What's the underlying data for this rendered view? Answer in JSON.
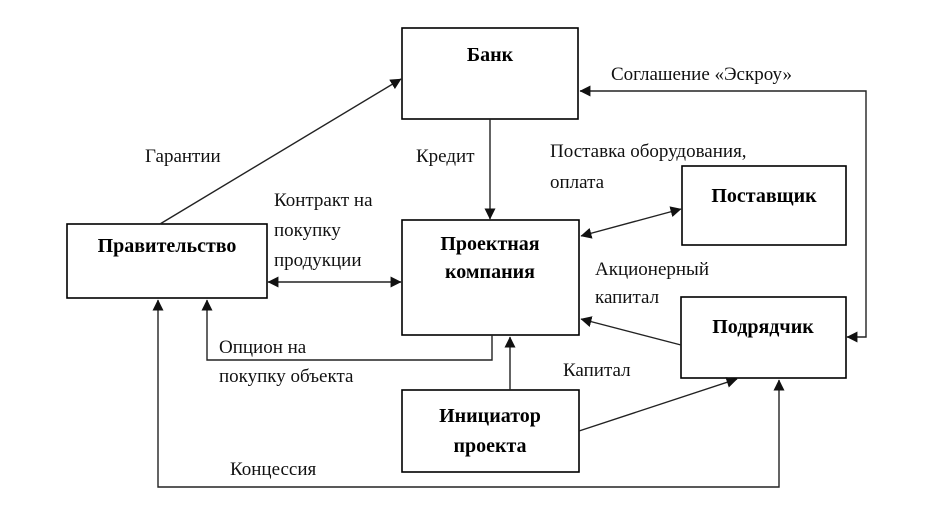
{
  "nodes": {
    "bank": "Банк",
    "government": "Правительство",
    "project_company_line1": "Проектная",
    "project_company_line2": "компания",
    "supplier": "Поставщик",
    "contractor": "Подрядчик",
    "initiator_line1": "Инициатор",
    "initiator_line2": "проекта"
  },
  "edges": {
    "guarantees": "Гарантии",
    "credit": "Кредит",
    "escrow": "Соглашение «Эскроу»",
    "supply_line1": "Поставка оборудования,",
    "supply_line2": "оплата",
    "contract_line1": "Контракт на",
    "contract_line2": "покупку",
    "contract_line3": "продукции",
    "equity_line1": "Акционерный",
    "equity_line2": "капитал",
    "option_line1": "Опцион на",
    "option_line2": "покупку объекта",
    "capital": "Капитал",
    "concession": "Концессия"
  }
}
